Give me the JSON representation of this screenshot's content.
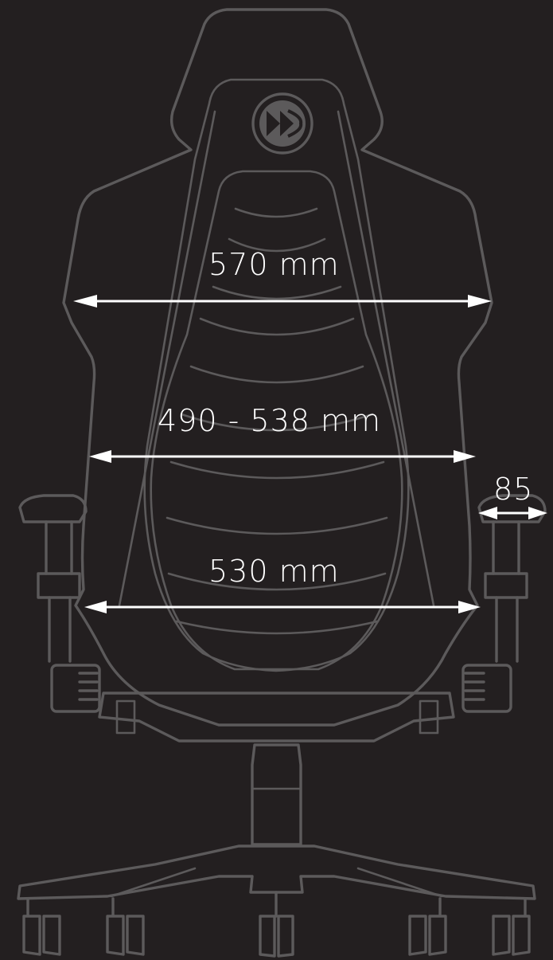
{
  "dimensions": {
    "backrest_width": "570  mm",
    "seat_width": "490 - 538  mm",
    "base_width": "530  mm",
    "armrest_width": "85"
  },
  "colors": {
    "background": "#231f20",
    "outline": "#5c5a5b",
    "dimension": "#ffffff"
  },
  "icons": [
    "brand-logo-icon"
  ]
}
